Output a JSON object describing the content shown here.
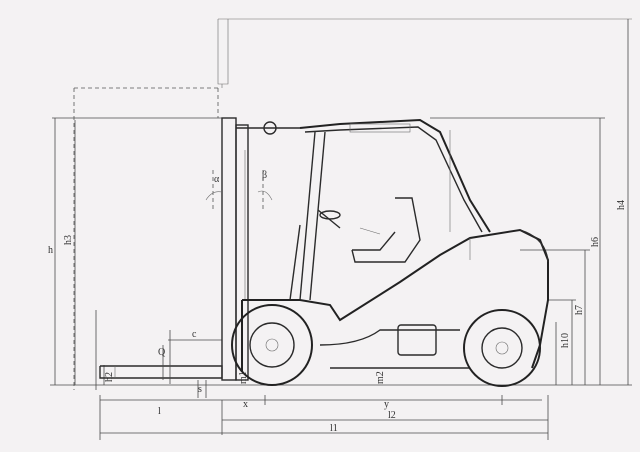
{
  "labels": {
    "h": "h",
    "h3": "h3",
    "h4": "h4",
    "h6": "h6",
    "h7": "h7",
    "h10": "h10",
    "h2": "h2",
    "m1": "m1",
    "m2": "m2",
    "s": "s",
    "c": "c",
    "Q": "Q",
    "alpha": "α",
    "beta": "β",
    "l": "l",
    "x": "x",
    "y": "y",
    "l2": "l2",
    "l1": "l1"
  }
}
